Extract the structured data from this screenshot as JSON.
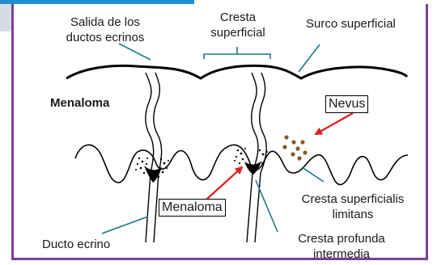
{
  "labels": {
    "salida": [
      "Salida de los",
      "ductos ecrinos"
    ],
    "cresta_superficial": [
      "Cresta",
      "superficial"
    ],
    "surco_superficial": "Surco superficial",
    "menaloma_left": "Menaloma",
    "nevus": "Nevus",
    "menaloma_box": "Menaloma",
    "cresta_limitans": [
      "Cresta superficialis",
      "limitans"
    ],
    "ducto_ecrino": "Ducto ecrino",
    "cresta_profunda": [
      "Cresta profunda",
      "intermedia"
    ]
  },
  "colors": {
    "frame": "#7b3f98",
    "leader_line": "#1a7a86",
    "arrow": "#e0201f",
    "nevus_dots": "#8a5a2b",
    "top_bar": "#1f8fcf"
  }
}
